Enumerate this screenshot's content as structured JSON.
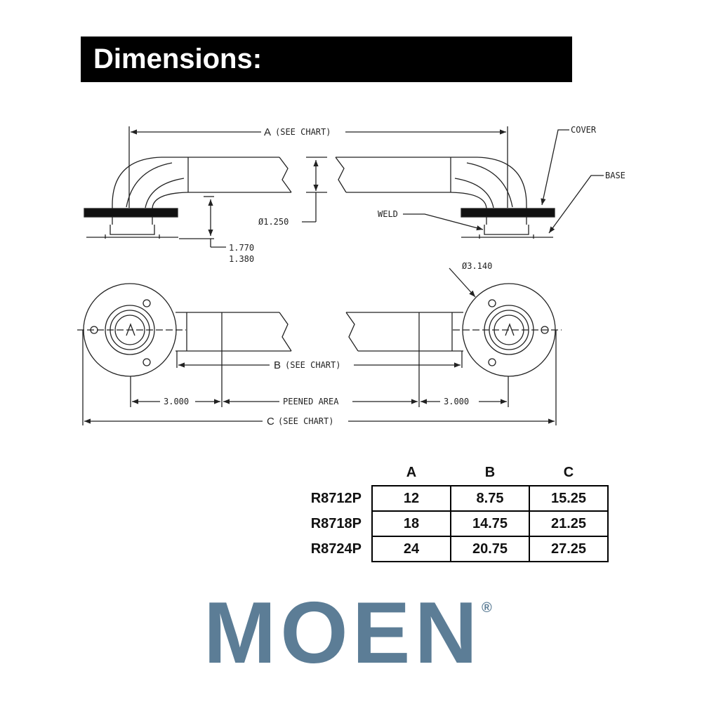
{
  "header": {
    "title": "Dimensions:"
  },
  "drawing": {
    "label_a": "A",
    "label_a_note": "(SEE CHART)",
    "label_b": "B",
    "label_b_note": "(SEE CHART)",
    "label_c": "C",
    "label_c_note": "(SEE CHART)",
    "cover": "COVER",
    "base": "BASE",
    "weld": "WELD",
    "dia_tube": "Ø1.250",
    "height_1": "1.770",
    "height_2": "1.380",
    "dia_flange": "Ø3.140",
    "dim_left": "3.000",
    "dim_right": "3.000",
    "peened": "PEENED AREA"
  },
  "table": {
    "columns": [
      "A",
      "B",
      "C"
    ],
    "rows": [
      {
        "model": "R8712P",
        "values": [
          "12",
          "8.75",
          "15.25"
        ]
      },
      {
        "model": "R8718P",
        "values": [
          "18",
          "14.75",
          "21.25"
        ]
      },
      {
        "model": "R8724P",
        "values": [
          "24",
          "20.75",
          "27.25"
        ]
      }
    ]
  },
  "brand": {
    "name": "MOEN",
    "mark": "®",
    "color": "#5c7d96"
  }
}
